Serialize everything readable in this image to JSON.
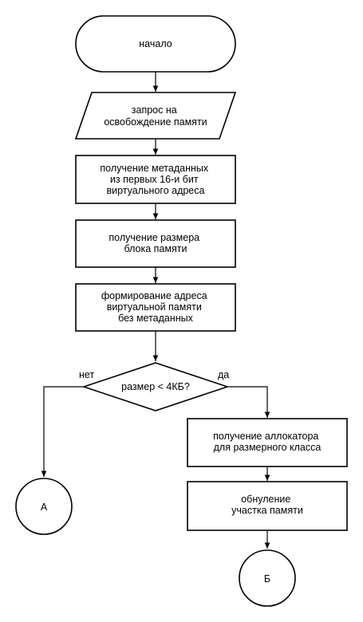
{
  "diagram": {
    "start": {
      "label": "начало"
    },
    "input": {
      "lines": [
        "запрос на",
        "освобождение памяти"
      ]
    },
    "step1": {
      "lines": [
        "получение метаданных",
        "из первых 16-и бит",
        "виртуального адреса"
      ]
    },
    "step2": {
      "lines": [
        "получение размера",
        "блока памяти"
      ]
    },
    "step3": {
      "lines": [
        "формирование адреса",
        "виртуальной памяти",
        "без метаданных"
      ]
    },
    "decision": {
      "label": "размер < 4КБ?",
      "no_label": "нет",
      "yes_label": "да"
    },
    "step4": {
      "lines": [
        "получение аллокатора",
        "для размерного класса"
      ]
    },
    "step5": {
      "lines": [
        "обнуление",
        "участка памяти"
      ]
    },
    "connector_a": {
      "label": "А"
    },
    "connector_b": {
      "label": "Б"
    }
  }
}
